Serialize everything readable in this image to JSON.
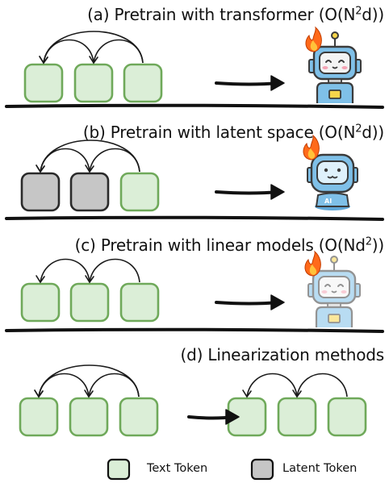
{
  "panels": [
    {
      "id": "a",
      "title_prefix": "(a) Pretrain with transformer (O(N",
      "title_sup": "2",
      "title_suffix": "d))",
      "tokens": [
        "text",
        "text",
        "text"
      ],
      "arrows": [
        [
          0,
          1
        ],
        [
          0,
          2
        ],
        [
          1,
          2
        ]
      ],
      "robot": "robot-antenna-icon"
    },
    {
      "id": "b",
      "title_prefix": "(b) Pretrain with latent space (O(N",
      "title_sup": "2",
      "title_suffix": "d))",
      "tokens": [
        "latent",
        "latent",
        "text"
      ],
      "arrows": [
        [
          0,
          1
        ],
        [
          0,
          2
        ],
        [
          1,
          2
        ]
      ],
      "robot": "robot-ai-icon"
    },
    {
      "id": "c",
      "title_prefix": "(c) Pretrain with linear models (O(Nd",
      "title_sup": "2",
      "title_suffix": "))",
      "tokens": [
        "text",
        "text",
        "text"
      ],
      "arrows": [
        [
          0,
          1
        ],
        [
          1,
          2
        ]
      ],
      "robot": "robot-faded-icon"
    },
    {
      "id": "d",
      "title_prefix": "(d) Linearization methods",
      "title_sup": "",
      "title_suffix": "",
      "tokens_left": [
        "text",
        "text",
        "text"
      ],
      "arrows_left": [
        [
          0,
          1
        ],
        [
          0,
          2
        ],
        [
          1,
          2
        ]
      ],
      "tokens_right": [
        "text",
        "text",
        "text"
      ],
      "arrows_right": [
        [
          0,
          1
        ],
        [
          1,
          2
        ]
      ]
    }
  ],
  "legend": {
    "text_token": "Text Token",
    "latent_token": "Latent Token"
  },
  "colors": {
    "text_fill": "#dbeed7",
    "text_stroke": "#6fa95a",
    "latent_fill": "#c6c6c6",
    "latent_stroke": "#2a2a2a",
    "robot_blue": "#7fc0e8",
    "robot_dark": "#3b3b3b",
    "flame": "#ff6a1a",
    "flame_inner": "#ffc23a"
  }
}
